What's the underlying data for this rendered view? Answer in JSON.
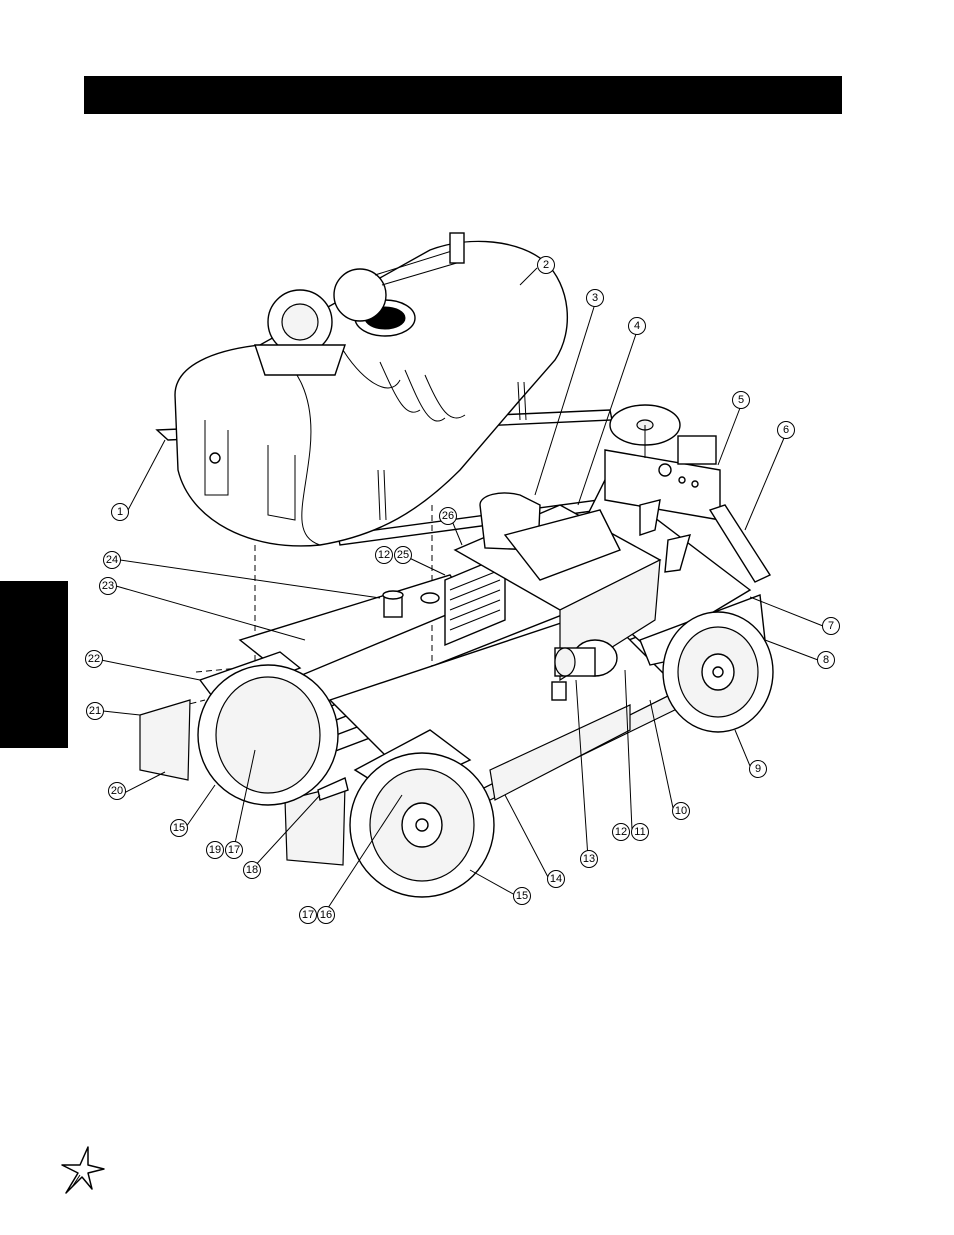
{
  "header": {
    "title": ""
  },
  "diagram": {
    "callouts": [
      {
        "id": "c1",
        "label": "1"
      },
      {
        "id": "c2",
        "label": "2"
      },
      {
        "id": "c3",
        "label": "3"
      },
      {
        "id": "c4",
        "label": "4"
      },
      {
        "id": "c5",
        "label": "5"
      },
      {
        "id": "c6",
        "label": "6"
      },
      {
        "id": "c7",
        "label": "7"
      },
      {
        "id": "c8",
        "label": "8"
      },
      {
        "id": "c9",
        "label": "9"
      },
      {
        "id": "c10",
        "label": "10"
      },
      {
        "id": "c11",
        "label": "11"
      },
      {
        "id": "c12a",
        "label": "12"
      },
      {
        "id": "c12b",
        "label": "12"
      },
      {
        "id": "c13",
        "label": "13"
      },
      {
        "id": "c14",
        "label": "14"
      },
      {
        "id": "c15a",
        "label": "15"
      },
      {
        "id": "c15b",
        "label": "15"
      },
      {
        "id": "c16",
        "label": "16"
      },
      {
        "id": "c17a",
        "label": "17"
      },
      {
        "id": "c17b",
        "label": "17"
      },
      {
        "id": "c18",
        "label": "18"
      },
      {
        "id": "c19",
        "label": "19"
      },
      {
        "id": "c20",
        "label": "20"
      },
      {
        "id": "c21",
        "label": "21"
      },
      {
        "id": "c22",
        "label": "22"
      },
      {
        "id": "c23",
        "label": "23"
      },
      {
        "id": "c24",
        "label": "24"
      },
      {
        "id": "c25",
        "label": "25"
      },
      {
        "id": "c26",
        "label": "26"
      }
    ]
  },
  "logo": {
    "icon": "brand-star-logo-icon"
  }
}
